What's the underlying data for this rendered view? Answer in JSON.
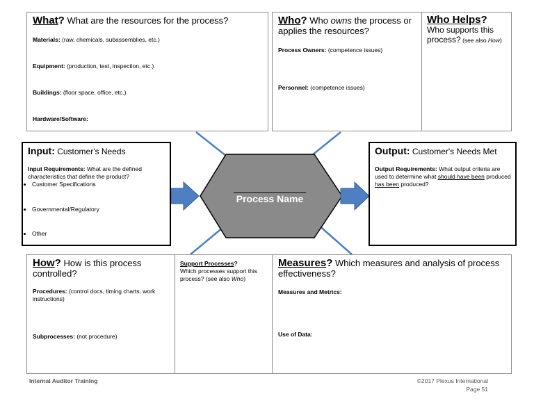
{
  "what": {
    "title": "What",
    "question": " What are the resources for the process?",
    "items": [
      {
        "label": "Materials:",
        "note": " (raw, chemicals, subassemblies, etc.)"
      },
      {
        "label": "Equipment:",
        "note": " (production, test, inspection, etc.)"
      },
      {
        "label": "Buildings:",
        "note": " (floor space, office, etc.)"
      },
      {
        "label": "Hardware/Software:",
        "note": ""
      }
    ]
  },
  "who": {
    "title": "Who",
    "question_pre": " Who ",
    "question_em": "owns",
    "question_post": " the process or applies the resources?",
    "items": [
      {
        "label": "Process Owners:",
        "note": " (competence issues)"
      },
      {
        "label": "Personnel:",
        "note": " (competence issues)"
      }
    ]
  },
  "who_helps": {
    "title": "Who Helps",
    "question": "Who supports this process?",
    "see_also": " (see also ",
    "see_also_em": "How",
    "close": ")"
  },
  "input": {
    "title": "Input:",
    "subtitle": " Customer's Needs",
    "req_label": "Input Requirements:",
    "req_text": " What are the defined characteristics that define the product?",
    "bullets": [
      "Customer Specifications",
      "Governmental/Regulatory",
      "Other"
    ]
  },
  "process": {
    "name": "Process Name"
  },
  "output": {
    "title": "Output:",
    "subtitle": " Customer's Needs Met",
    "req_label": "Output Requirements:",
    "req_text_1": " What output criteria are used to determine what ",
    "req_u1": "should have been",
    "req_text_2": " produced ",
    "req_u2": "has been",
    "req_text_3": " produced?"
  },
  "how": {
    "title": "How",
    "question": " How is this process controlled?",
    "items": [
      {
        "label": "Procedures:",
        "note": " (control docs, timing charts, work instructions)"
      },
      {
        "label": "Subprocesses:",
        "note": " (not procedure)"
      }
    ]
  },
  "support": {
    "title": "Support Processes",
    "question": "Which processes support this process?",
    "see_also": " (see also ",
    "see_also_em": "Who",
    "close": ")"
  },
  "measures": {
    "title": "Measures",
    "question": " Which measures and analysis of process effectiveness?",
    "items": [
      {
        "label": "Measures and Metrics:"
      },
      {
        "label": "Use of Data:"
      }
    ]
  },
  "footer": {
    "left": "Internal Auditor Training",
    "right_1": "©2017 Plexus International",
    "right_2": "Page 51"
  },
  "colors": {
    "hexagon_fill": "#8a8a8a",
    "arrow_fill": "#4f7fc0",
    "connector": "#4f7fc0"
  }
}
